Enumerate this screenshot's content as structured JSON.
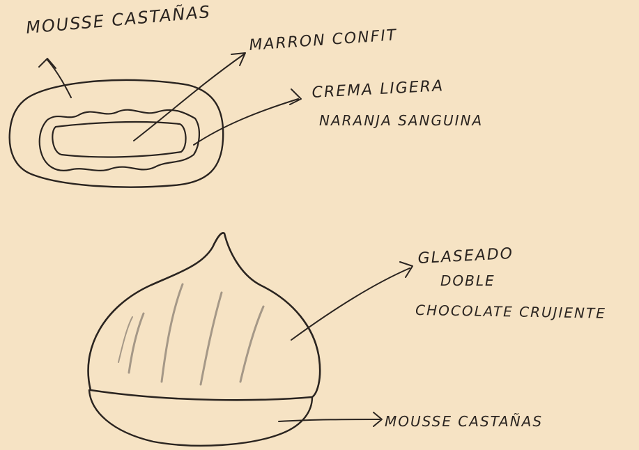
{
  "top_section": {
    "mousse_label": "MOUSSE CASTAÑAS",
    "marron_label": "MARRON CONFIT",
    "crema_label_line1": "CREMA LIGERA",
    "crema_label_line2": "NARANJA SANGUINA"
  },
  "bottom_section": {
    "glaseado_line1": "GLASEADO",
    "glaseado_line2": "DOBLE",
    "glaseado_line3": "CHOCOLATE CRUJIENTE",
    "mousse_label": "MOUSSE CASTAÑAS"
  },
  "colors": {
    "paper": "#f6e3c4",
    "ink": "#2a2420",
    "pencil": "#8a7f73"
  }
}
